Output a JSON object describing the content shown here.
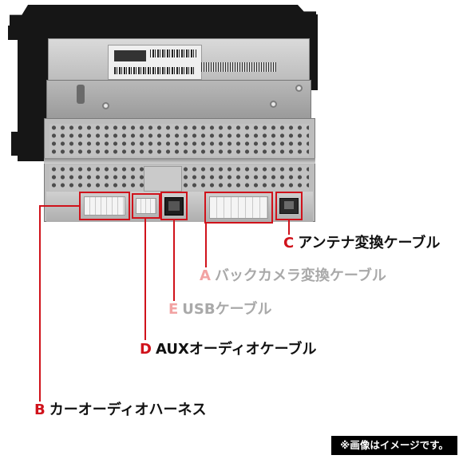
{
  "callouts": {
    "c": {
      "letter": "C",
      "text": "アンテナ変換ケーブル"
    },
    "a": {
      "letter": "A",
      "text": "バックカメラ変換ケーブル"
    },
    "e": {
      "letter": "E",
      "text": "USBケーブル"
    },
    "d": {
      "letter": "D",
      "text": "AUXオーディオケーブル"
    },
    "b": {
      "letter": "B",
      "text": "カーオーディオハーネス"
    }
  },
  "note": "※画像はイメージです。",
  "colors": {
    "highlight": "#d0121b",
    "highlight_faded": "#f2a3a3",
    "label_text": "#111111",
    "label_text_faded": "#a9a9a9",
    "note_bg": "#000000",
    "note_text": "#ffffff"
  }
}
